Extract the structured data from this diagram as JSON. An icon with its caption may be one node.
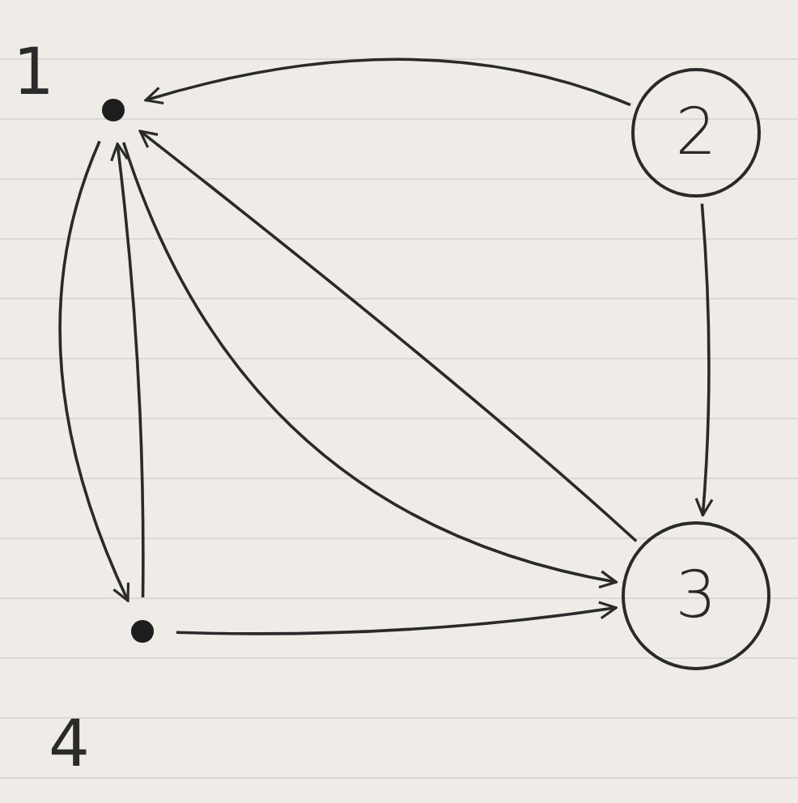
{
  "diagram": {
    "nodes": [
      {
        "text": [],
        "shape": "circle",
        "beside": [
          "1"
        ]
      },
      {
        "text": [
          "2"
        ]
      },
      {
        "text": [
          "3"
        ]
      },
      {
        "text": [],
        "shape": "circle",
        "beside": [
          "4"
        ]
      }
    ],
    "edges": [
      {
        "from": 1,
        "to": 0,
        "arrow": "to"
      },
      {
        "from": 1,
        "to": 2,
        "arrow": "to"
      },
      {
        "from": 0,
        "to": 3,
        "arrow": "to"
      },
      {
        "from": 3,
        "to": 0,
        "arrow": "to"
      },
      {
        "from": 0,
        "to": 2,
        "arrow": "to"
      },
      {
        "from": 2,
        "to": 0,
        "arrow": "to"
      },
      {
        "from": 3,
        "to": 2,
        "arrow": "to"
      }
    ]
  }
}
